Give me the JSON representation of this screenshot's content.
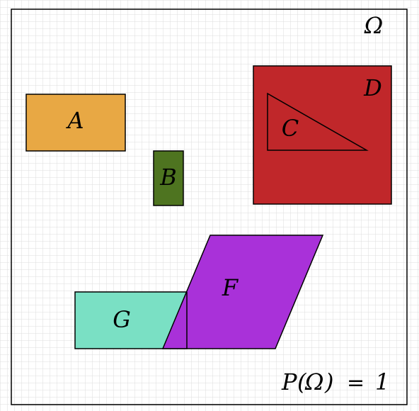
{
  "sample_space": {
    "label": "Ω"
  },
  "probability": {
    "func": "P",
    "open": "(",
    "arg": "Ω",
    "close": ")",
    "equals": "=",
    "value": "1"
  },
  "events": [
    {
      "key": "A",
      "label": "A",
      "shape": "rectangle",
      "color": "#E8A844"
    },
    {
      "key": "B",
      "label": "B",
      "shape": "rectangle",
      "color": "#4E7420"
    },
    {
      "key": "D",
      "label": "D",
      "shape": "square",
      "color": "#C0272A"
    },
    {
      "key": "C",
      "label": "C",
      "shape": "right-triangle",
      "color": "#C0272A"
    },
    {
      "key": "F",
      "label": "F",
      "shape": "parallelogram",
      "color": "#A931D9"
    },
    {
      "key": "G",
      "label": "G",
      "shape": "rectangle",
      "color": "#7AE0C4"
    }
  ],
  "colors": {
    "grid": "#dcdcdc",
    "outline": "#000000",
    "background": "#ffffff"
  }
}
